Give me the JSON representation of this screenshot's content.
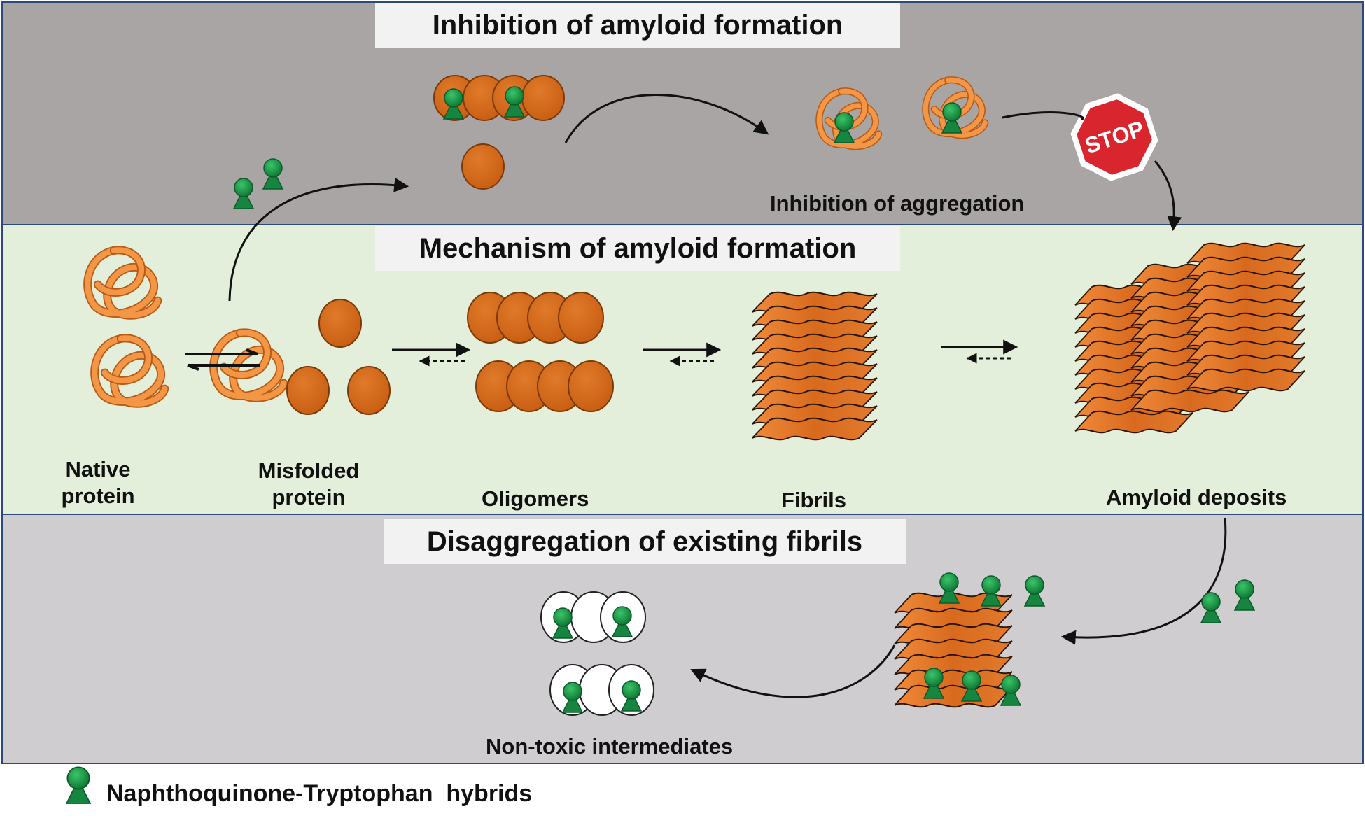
{
  "panels": {
    "inhibition": {
      "title": "Inhibition of amyloid formation",
      "caption": "Inhibition of aggregation",
      "stop_sign": "STOP"
    },
    "mechanism": {
      "title": "Mechanism of amyloid formation",
      "stages": [
        "Native protein",
        "Misfolded protein",
        "Oligomers",
        "Fibrils",
        "Amyloid deposits"
      ],
      "stage_lines": {
        "native": [
          "Native",
          "protein"
        ],
        "misfolded": [
          "Misfolded",
          "protein"
        ],
        "oligomers": "Oligomers",
        "fibrils": "Fibrils",
        "deposits": "Amyloid deposits"
      }
    },
    "disaggregation": {
      "title": "Disaggregation of existing fibrils",
      "caption": "Non-toxic intermediates"
    }
  },
  "legend": {
    "label": "Naphthoquinone-Tryptophan  hybrids",
    "icon": "green-pin-icon"
  },
  "colors": {
    "panel_top_bg": "#aaa5a5",
    "panel_mid_bg": "#e4efdb",
    "panel_bot_bg": "#cfcdcf",
    "border": "#2b4a7a",
    "protein_orange": "#d2691e",
    "ribbon_orange": "#f39646",
    "hybrid_green": "#1a9a48",
    "stop_red": "#d9262e"
  }
}
